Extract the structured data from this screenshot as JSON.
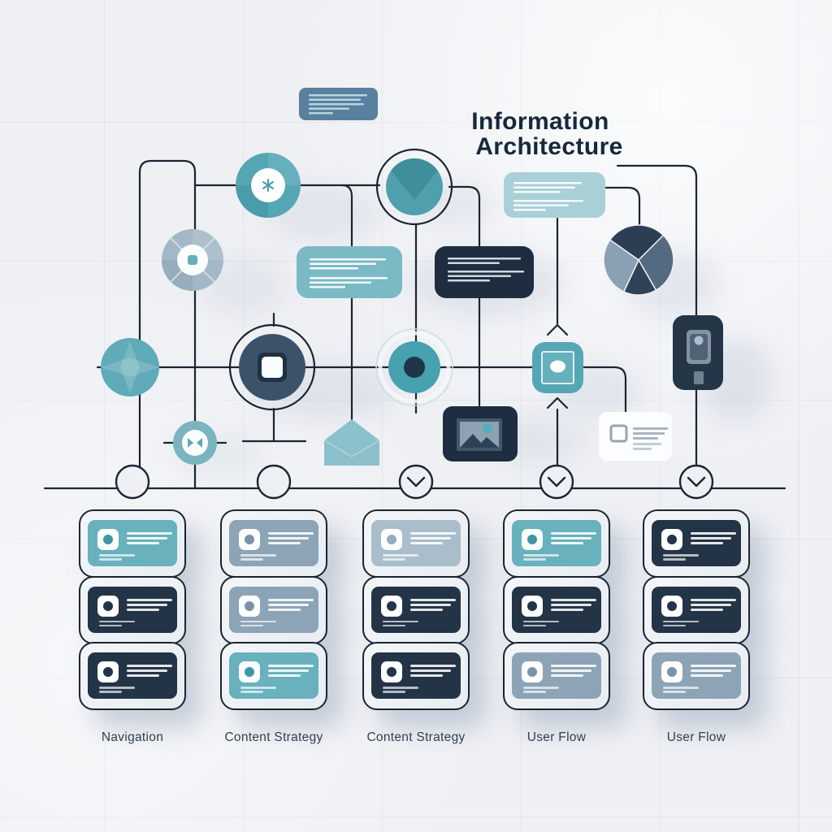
{
  "title": {
    "line1": "Information",
    "line2": "Architecture"
  },
  "columns": [
    {
      "id": "navigation",
      "label": "Navigation",
      "cards": [
        "teal",
        "dark",
        "dark"
      ]
    },
    {
      "id": "content-strategy-1",
      "label": "Content Strategy",
      "cards": [
        "bluegray",
        "bluegray",
        "teal"
      ]
    },
    {
      "id": "content-strategy-2",
      "label": "Content Strategy",
      "cards": [
        "lightgray",
        "dark",
        "dark"
      ]
    },
    {
      "id": "user-flow-1",
      "label": "User Flow",
      "cards": [
        "teal",
        "dark",
        "bluegray"
      ]
    },
    {
      "id": "user-flow-2",
      "label": "User Flow",
      "cards": [
        "dark",
        "dark",
        "bluegray"
      ]
    }
  ],
  "divider": {
    "markers": [
      {
        "chevron": false
      },
      {
        "chevron": false
      },
      {
        "chevron": true
      },
      {
        "chevron": true
      },
      {
        "chevron": true
      }
    ]
  },
  "icons": [
    "flower-icon",
    "app-square-icon",
    "butterfly-icon",
    "compass-icon",
    "envelope-icon",
    "cloud-icon",
    "camera-icon",
    "image-icon",
    "chevron-down-icon",
    "arrow-up-icon"
  ],
  "palette": {
    "background": "#eef0f4",
    "line": "#1c2433",
    "teal": "#68b1bd",
    "teal_deep": "#4f9fad",
    "dark": "#233447",
    "bluegray": "#8ca4b6",
    "lightgray": "#a9bdcb",
    "card_dot_teal": "#3f96a5",
    "card_dot_dark": "#22344a",
    "card_dot_bluegray": "#7b93a6",
    "card_dot_lightgray": "#96abbb",
    "title_text": "#17283b",
    "label_text": "#313e4e",
    "pie_dark": "#2b3e54",
    "pie_slate": "#546a80",
    "pie_navy": "#2f4257",
    "pie_light": "#89a1b3"
  }
}
